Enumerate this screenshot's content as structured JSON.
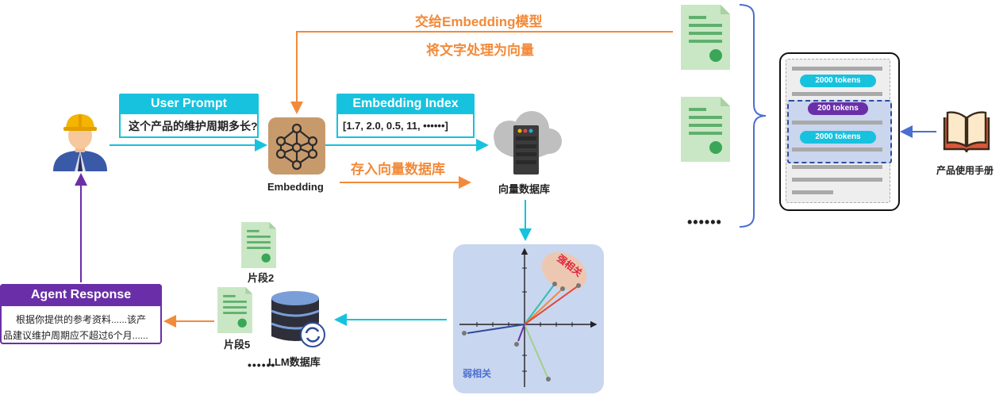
{
  "top": {
    "line1": "交给Embedding模型",
    "line2": "将文字处理为向量"
  },
  "user_prompt": {
    "title": "User Prompt",
    "text": "这个产品的维护周期多长?"
  },
  "embedding_index": {
    "title": "Embedding Index",
    "text": "[1.7, 2.0, 0.5, 11, ••••••]"
  },
  "embedding_label": "Embedding",
  "store_label": "存入向量数据库",
  "vector_db_label": "向量数据库",
  "manual": {
    "label": "产品使用手册",
    "chunks": [
      "2000 tokens",
      "200 tokens",
      "2000 tokens"
    ]
  },
  "docs_more": "••••••",
  "plot": {
    "strong_label": "强相关",
    "weak_label": "弱相关"
  },
  "llm_db_label": "LLM数据库",
  "fragments": [
    "片段2",
    "片段5"
  ],
  "fragments_more": "••••••",
  "agent": {
    "title": "Agent Response",
    "line1": "根据你提供的参考资料......该产",
    "line2": "品建议维护周期应不超过6个月......"
  },
  "colors": {
    "cyan": "#17c2de",
    "orange": "#f28a3a",
    "purple": "#6a2fa8",
    "blue": "#4a6fd0",
    "doc_green": "#3aa657"
  }
}
